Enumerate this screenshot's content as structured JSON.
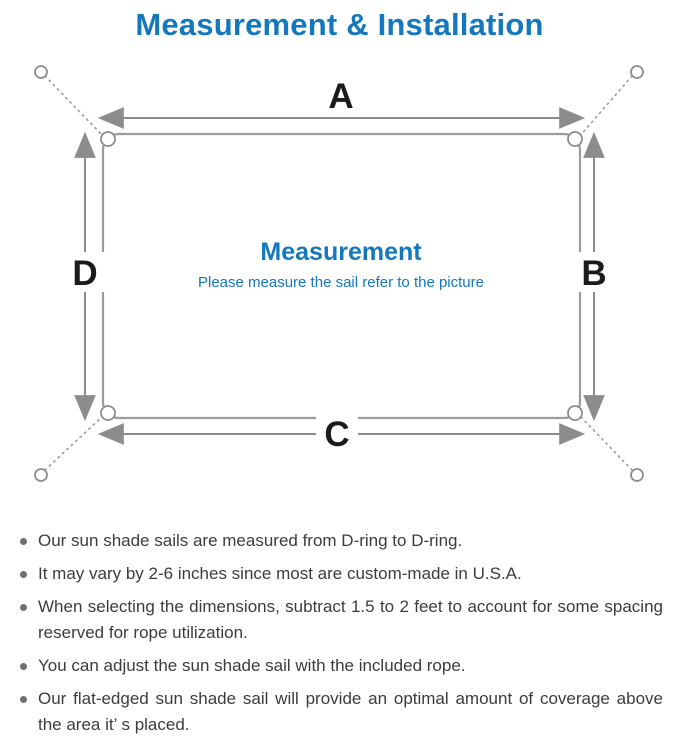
{
  "title": "Measurement & Installation",
  "colors": {
    "accent_blue": "#1478be",
    "diagram_line_gray": "#8c8c8c",
    "body_text": "#3c3c3c"
  },
  "diagram": {
    "side_labels": {
      "top": "A",
      "right": "B",
      "bottom": "C",
      "left": "D"
    },
    "center_title": "Measurement",
    "center_subtitle": "Please measure the sail refer to the picture"
  },
  "notes": [
    {
      "text": "Our sun shade sails are measured from D-ring to D-ring."
    },
    {
      "text": "It may vary by 2-6 inches since most are custom-made in U.S.A."
    },
    {
      "text": "When selecting the dimensions, subtract 1.5 to 2 feet to account for some spacing reserved for rope utilization."
    },
    {
      "text": "You can adjust the sun shade sail with the included rope."
    },
    {
      "text": "Our flat-edged sun shade sail will provide an optimal amount of coverage above the area it’ s placed."
    }
  ]
}
